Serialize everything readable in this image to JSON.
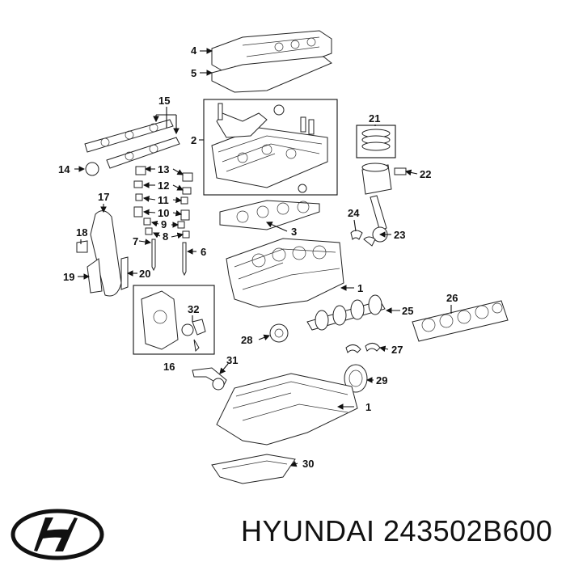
{
  "footer": {
    "brand": "HYUNDAI 243502B600"
  },
  "callouts": [
    "1",
    "1",
    "2",
    "3",
    "4",
    "5",
    "6",
    "7",
    "8",
    "9",
    "10",
    "11",
    "12",
    "13",
    "14",
    "15",
    "16",
    "17",
    "18",
    "19",
    "20",
    "21",
    "22",
    "23",
    "24",
    "25",
    "26",
    "27",
    "28",
    "29",
    "30",
    "31",
    "32"
  ],
  "colors": {
    "line": "#111111",
    "background": "#ffffff"
  },
  "icons": {
    "logo": "hyundai-logo-icon"
  }
}
